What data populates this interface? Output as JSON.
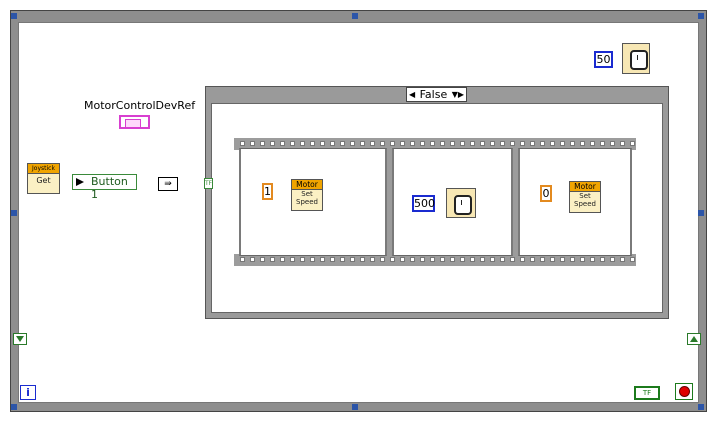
{
  "case_selector": {
    "value": "False",
    "arrows": "◀ ▼▶"
  },
  "ref_label": "MotorControlDevRef",
  "joystick": {
    "title": "Joystick",
    "method": "Get"
  },
  "button_field": "Button 1",
  "not_symbol": "⇛",
  "bool_tunnel": "TF",
  "motor_nodes": [
    {
      "title": "Motor",
      "line1": "Set",
      "line2": "Speed"
    },
    {
      "title": "Motor",
      "line1": "Set",
      "line2": "Speed"
    }
  ],
  "constants": {
    "speed_on": "1",
    "wait_ms": "500",
    "speed_off": "0",
    "loop_wait_ms": "50"
  },
  "info_terminal": "i",
  "stop_const": "TF",
  "colors": {
    "reference_wire": "#e23be0",
    "boolean_wire": "#2a7a2a",
    "numeric_orange": "#e38a1f",
    "numeric_blue": "#1a2bd0",
    "frame_gray": "#8e8e8e"
  }
}
